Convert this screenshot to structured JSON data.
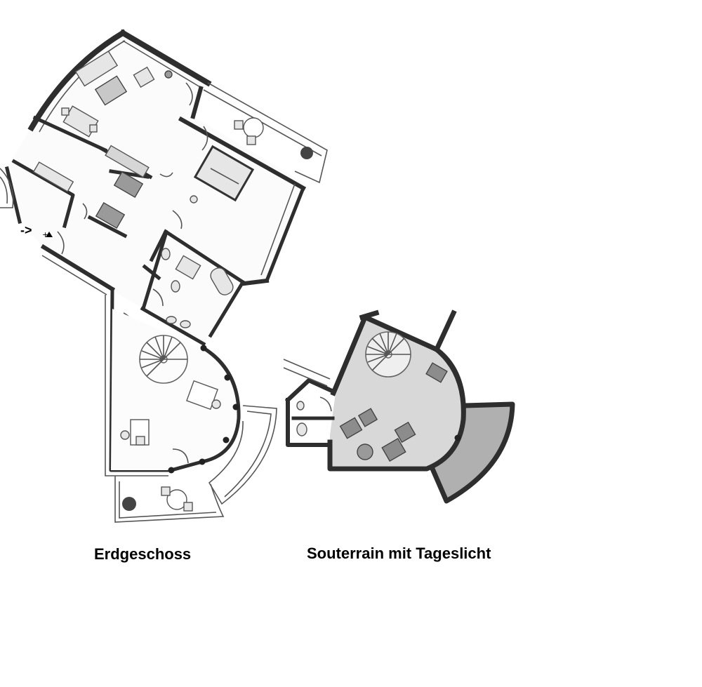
{
  "plans": [
    {
      "id": "erdgeschoss",
      "label": "Erdgeschoss"
    },
    {
      "id": "souterrain",
      "label": "Souterrain mit Tageslicht"
    }
  ],
  "entrance": {
    "arrow": "->"
  }
}
